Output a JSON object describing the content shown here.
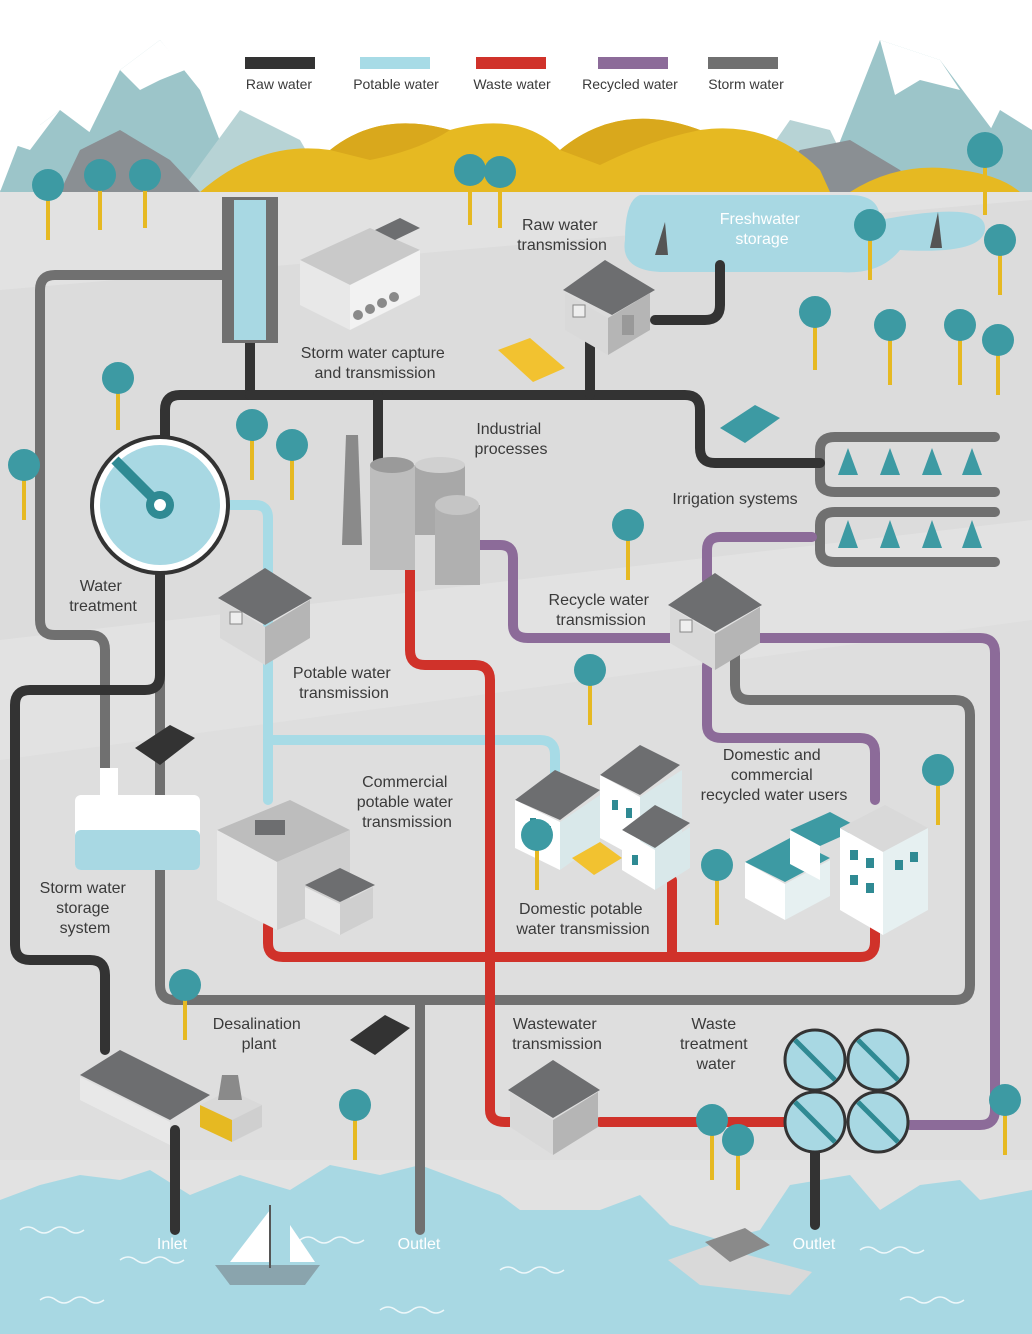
{
  "legend": [
    {
      "label": "Raw water",
      "color": "#333333"
    },
    {
      "label": "Potable water",
      "color": "#a7dbe6"
    },
    {
      "label": "Waste water",
      "color": "#d0322a"
    },
    {
      "label": "Recycled water",
      "color": "#8c6b99"
    },
    {
      "label": "Storm water",
      "color": "#707070"
    }
  ],
  "labels": {
    "raw_water_transmission": [
      "Raw water",
      "transmission"
    ],
    "freshwater_storage": [
      "Freshwater",
      "storage"
    ],
    "storm_water_capture": [
      "Storm water capture",
      "and transmission"
    ],
    "industrial_processes": [
      "Industrial",
      "processes"
    ],
    "irrigation_systems": [
      "Irrigation systems"
    ],
    "water_treatment": [
      "Water",
      "treatment"
    ],
    "recycle_water_transmission": [
      "Recycle water",
      "transmission"
    ],
    "potable_water_transmission": [
      "Potable water",
      "transmission"
    ],
    "commercial_potable": [
      "Commercial",
      "potable water",
      "transmission"
    ],
    "domestic_commercial_recycled": [
      "Domestic and",
      "commercial",
      "recycled water users"
    ],
    "storm_water_storage": [
      "Storm water",
      "storage",
      "system"
    ],
    "domestic_potable": [
      "Domestic potable",
      "water transmission"
    ],
    "desalination_plant": [
      "Desalination",
      "plant"
    ],
    "wastewater_transmission": [
      "Wastewater",
      "transmission"
    ],
    "waste_treatment_water": [
      "Waste",
      "treatment",
      "water"
    ],
    "inlet": [
      "Inlet"
    ],
    "outlet_1": [
      "Outlet"
    ],
    "outlet_2": [
      "Outlet"
    ]
  },
  "colors": {
    "ground": "#e2e2e2",
    "sea": "#a8d8e3",
    "mountain": "#9cc5c9",
    "hills": "#e6b922",
    "tree": "#3d9aa3",
    "building": "#d9d9d9",
    "roof": "#6d6e70"
  }
}
